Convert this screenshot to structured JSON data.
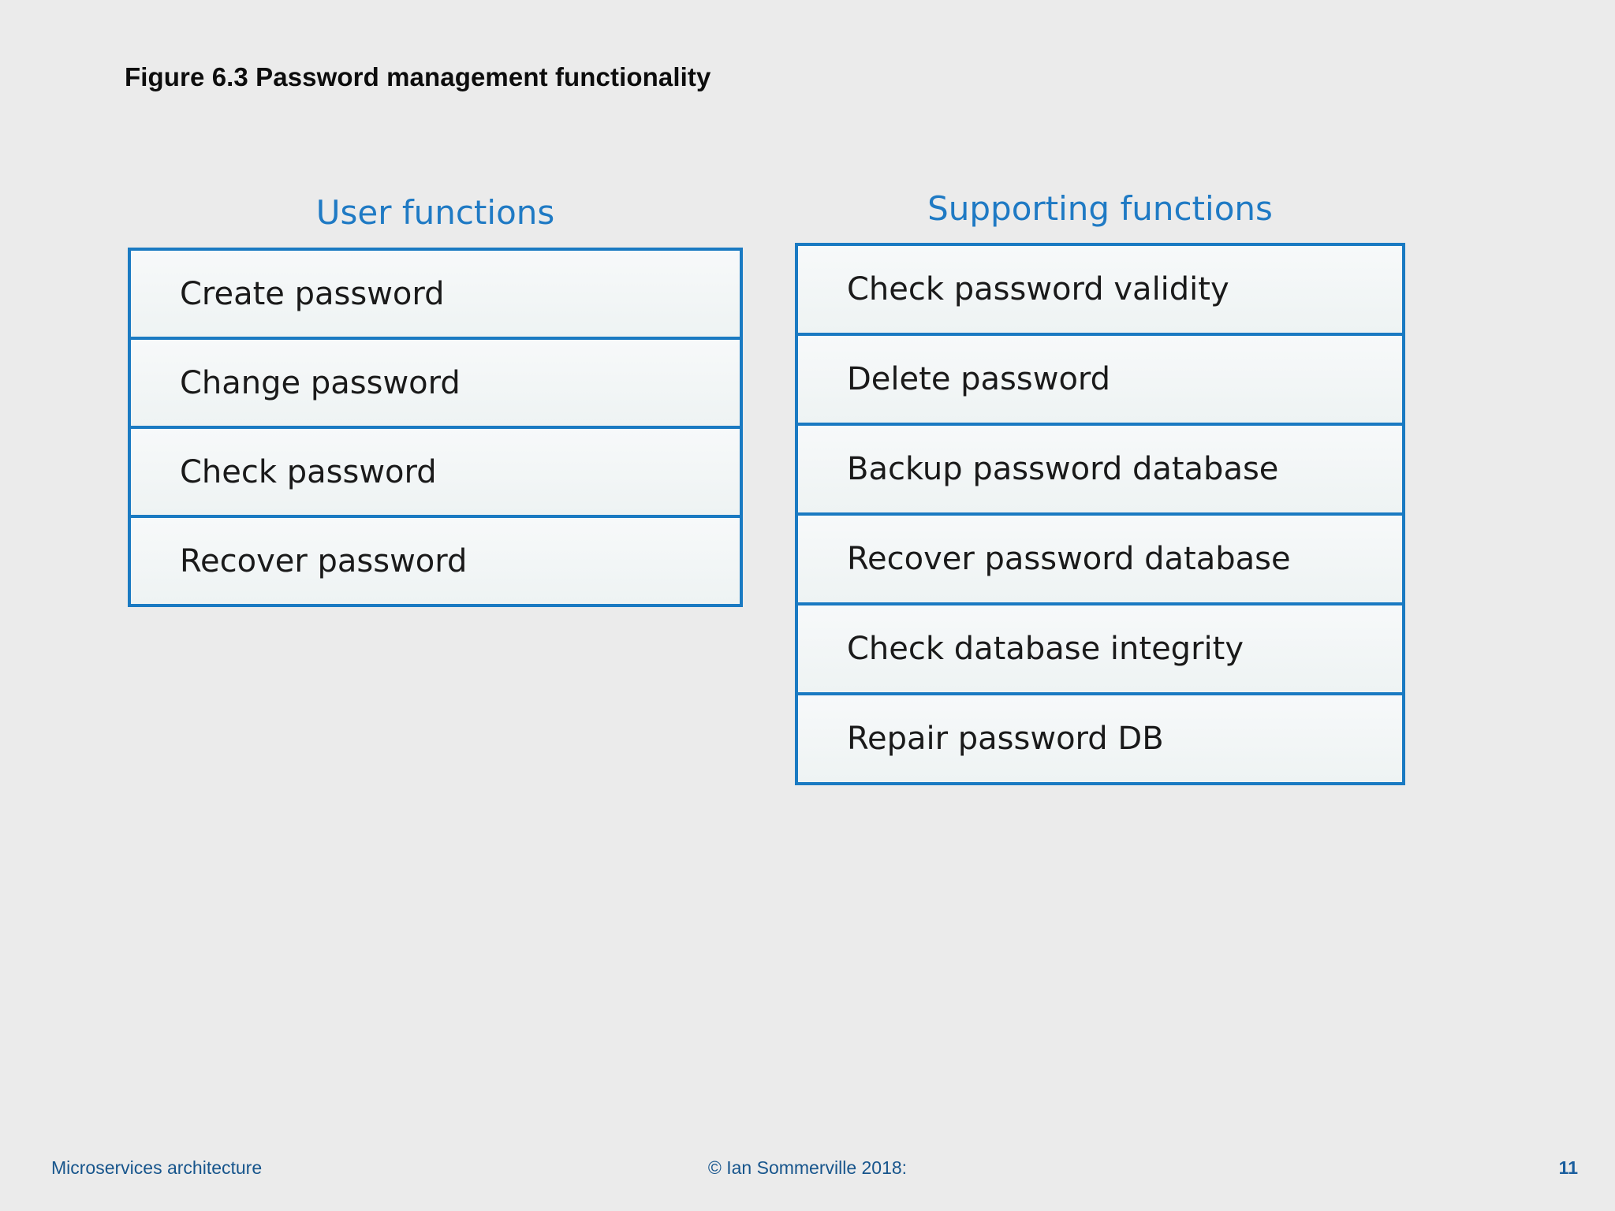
{
  "slide": {
    "title": "Figure 6.3 Password management functionality",
    "background_color": "#ebebeb",
    "accent_color": "#1f7ac4",
    "box_border_color": "#1a7ac2",
    "box_fill_color": "#f2f6f6"
  },
  "columns": [
    {
      "heading": "User functions",
      "items": [
        {
          "label": "Create password"
        },
        {
          "label": "Change password"
        },
        {
          "label": "Check password"
        },
        {
          "label": "Recover password"
        }
      ]
    },
    {
      "heading": "Supporting functions",
      "items": [
        {
          "label": "Check password validity"
        },
        {
          "label": "Delete password"
        },
        {
          "label": "Backup password database"
        },
        {
          "label": "Recover password database"
        },
        {
          "label": "Check database integrity"
        },
        {
          "label": "Repair password DB"
        }
      ]
    }
  ],
  "footer": {
    "left": "Microservices architecture",
    "center": "© Ian Sommerville 2018:",
    "page_number": "11",
    "text_color": "#17558c"
  }
}
